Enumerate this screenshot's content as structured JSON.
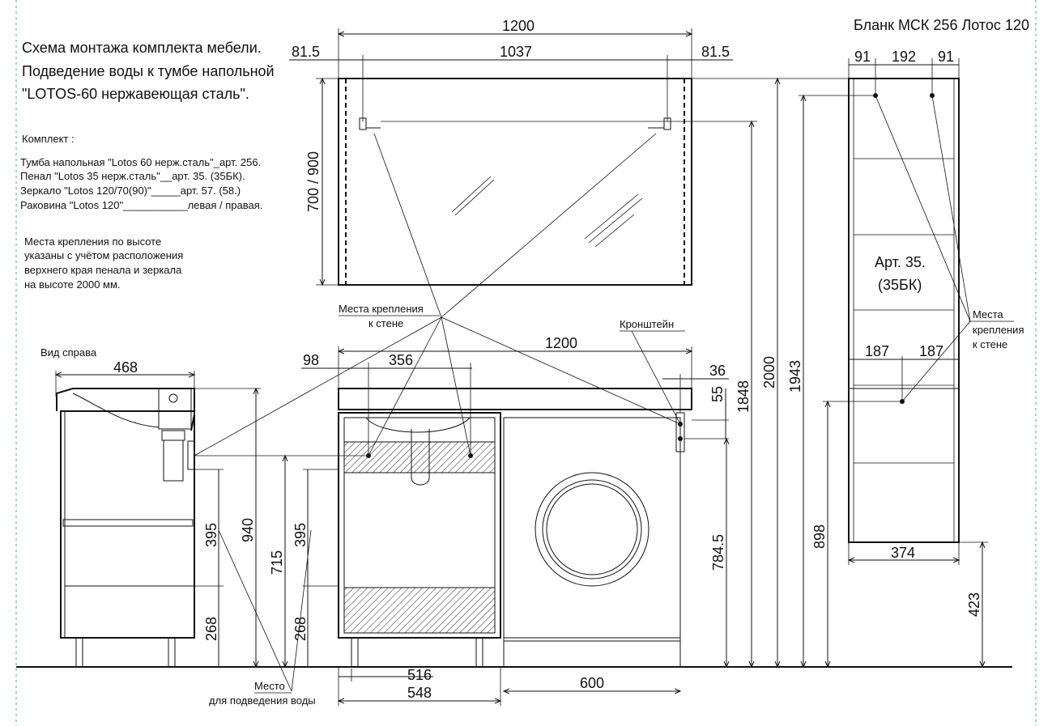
{
  "header": {
    "blank_label": "Бланк МСК 256 Лотос 120"
  },
  "title": {
    "line1": "Схема монтажа комплекта мебели.",
    "line2": "Подведение воды к тумбе напольной",
    "line3": "\"LOTOS-60 нержавеющая сталь\"."
  },
  "kit": {
    "heading": "Комплект :",
    "items": [
      "Тумба напольная \"Lotos 60 нерж.сталь\"_арт. 256.",
      "Пенал \"Lotos 35 нерж.сталь\"__арт. 35. (35БК).",
      "Зеркало \"Lotos 120/70(90)\"_____арт. 57. (58.)",
      "Раковина \"Lotos 120\"___________левая / правая."
    ]
  },
  "mount_note": {
    "lines": [
      "Места крепления по высоте",
      "указаны с учётом расположения",
      "верхнего края пенала и зеркала",
      "на высоте 2000 мм."
    ]
  },
  "labels": {
    "side_view": "Вид  справа",
    "wall_mounts_line1": "Места крепления",
    "wall_mounts_line2": "к стене",
    "bracket": "Кронштейн",
    "water_line1": "Место",
    "water_line2": "для подведения воды",
    "pencil_article_line1": "Арт. 35.",
    "pencil_article_line2": "(35БК)",
    "pencil_mounts_line1": "Места",
    "pencil_mounts_line2": "крепления",
    "pencil_mounts_line3": "к стене"
  },
  "dimensions": {
    "mirror_width": "1200",
    "mirror_offset_left": "81.5",
    "mirror_inner": "1037",
    "mirror_offset_right": "81.5",
    "mirror_height": "700 / 900",
    "pencil_top_left": "91",
    "pencil_top_mid": "192",
    "pencil_top_right": "91",
    "pencil_width": "374",
    "pencil_mid_left": "187",
    "pencil_mid_right": "187",
    "pencil_lower_mount": "898",
    "pencil_bottom": "423",
    "side_depth": "468",
    "side_395": "395",
    "side_268": "268",
    "side_940": "940",
    "front_width": "1200",
    "front_98": "98",
    "front_356": "356",
    "front_36": "36",
    "front_55": "55",
    "front_1848": "1848",
    "front_2000": "2000",
    "front_1943": "1943",
    "front_715": "715",
    "front_395": "395",
    "front_268": "268",
    "front_784": "784.5",
    "bottom_516": "516",
    "bottom_548": "548",
    "bottom_600": "600"
  }
}
